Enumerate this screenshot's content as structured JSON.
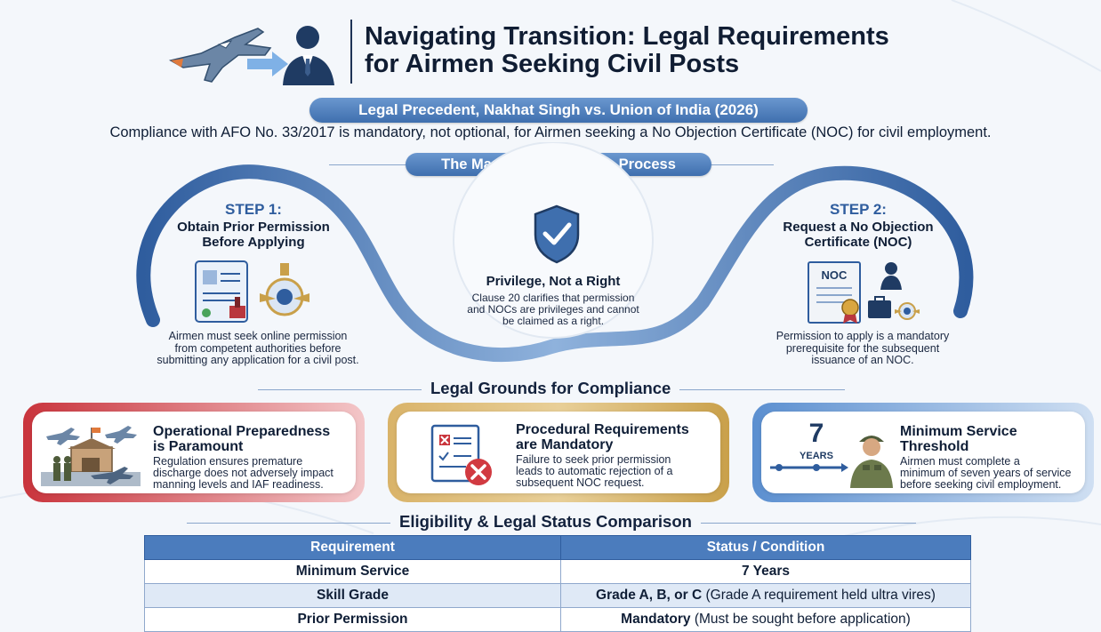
{
  "header": {
    "title_line1": "Navigating Transition: Legal Requirements",
    "title_line2": "for Airmen Seeking Civil Posts"
  },
  "precedent_label": "Legal Precedent, Nakhat Singh vs. Union of India (2026)",
  "subtitle": "Compliance with AFO No. 33/2017 is mandatory, not optional, for Airmen seeking a No Objection Certificate (NOC) for civil employment.",
  "process": {
    "heading": "The Mandatory Two-Step Process",
    "step1": {
      "number": "STEP 1:",
      "title_line1": "Obtain Prior Permission",
      "title_line2": "Before Applying",
      "desc_line1": "Airmen must seek online permission",
      "desc_line2": "from competent authorities before",
      "desc_line3": "submitting any application for a civil post."
    },
    "center": {
      "title": "Privilege, Not a Right",
      "desc_line1": "Clause 20 clarifies that permission",
      "desc_line2": "and NOCs are privileges and cannot",
      "desc_line3": "be claimed as a right."
    },
    "step2": {
      "number": "STEP 2:",
      "title_line1": "Request a No Objection",
      "title_line2": "Certificate (NOC)",
      "noc_label": "NOC",
      "desc_line1": "Permission to apply is a mandatory",
      "desc_line2": "prerequisite for the subsequent",
      "desc_line3": "issuance of an NOC."
    }
  },
  "grounds": {
    "heading": "Legal Grounds for Compliance",
    "cards": [
      {
        "title_line1": "Operational Preparedness",
        "title_line2": "is Paramount",
        "body_line1": "Regulation ensures premature",
        "body_line2": "discharge does not adversely impact",
        "body_line3": "manning levels and IAF readiness.",
        "accent": "#c9343c"
      },
      {
        "title_line1": "Procedural Requirements",
        "title_line2": "are Mandatory",
        "body_line1": "Failure to seek prior permission",
        "body_line2": "leads to automatic rejection of a",
        "body_line3": "subsequent NOC request.",
        "accent": "#c9a04a"
      },
      {
        "title_line1": "Minimum Service",
        "title_line2": "Threshold",
        "big_number": "7",
        "big_unit": "YEARS",
        "body_line1": "Airmen must complete a",
        "body_line2": "minimum of seven years of service",
        "body_line3": "before seeking civil employment.",
        "accent": "#5b8fd0"
      }
    ]
  },
  "comparison": {
    "heading": "Eligibility & Legal Status Comparison",
    "columns": [
      "Requirement",
      "Status / Condition"
    ],
    "rows": [
      {
        "requirement": "Minimum Service",
        "status_bold": "7 Years",
        "status_note": ""
      },
      {
        "requirement": "Skill Grade",
        "status_bold": "Grade A, B, or C",
        "status_note": " (Grade A requirement held ultra vires)"
      },
      {
        "requirement": "Prior Permission",
        "status_bold": "Mandatory",
        "status_note": " (Must be sought before application)"
      }
    ]
  },
  "colors": {
    "navy": "#142a4f",
    "blue_accent": "#4b7cbd",
    "red_accent": "#c9343c",
    "gold_accent": "#c9a04a"
  }
}
